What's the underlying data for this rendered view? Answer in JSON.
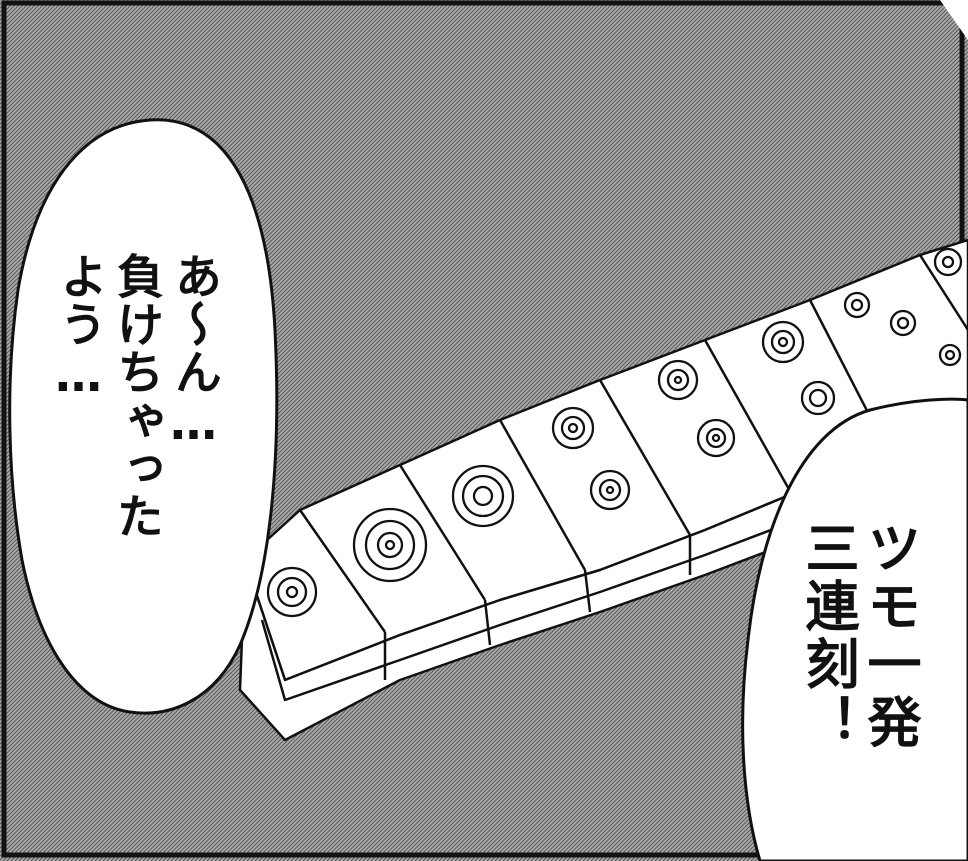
{
  "speech_left": {
    "lines": [
      "あ〜ん…",
      "負けちゃった",
      "よう…"
    ]
  },
  "speech_right": {
    "lines": [
      "ツモ一発",
      "三連刻！"
    ]
  },
  "colors": {
    "screentone_dark": "#7a7a7a",
    "screentone_light": "#ababab",
    "ink": "#111111",
    "paper": "#ffffff"
  },
  "icons": [
    "mahjong-tile-icon",
    "pin-circle-icon"
  ]
}
